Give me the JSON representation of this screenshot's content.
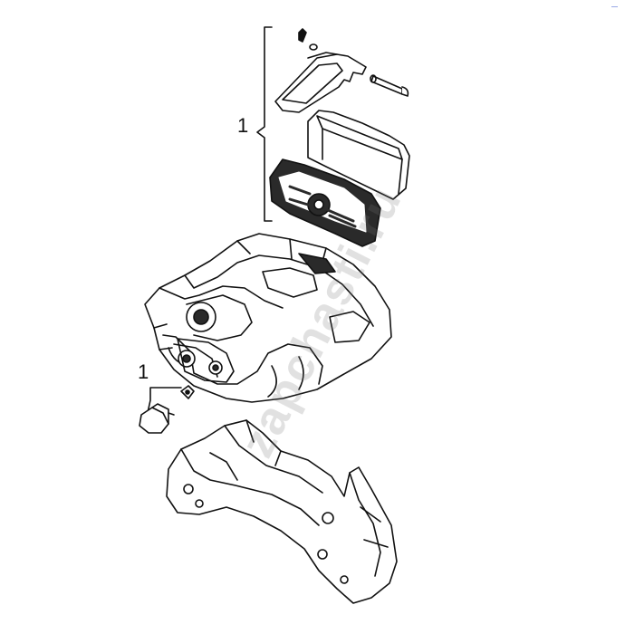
{
  "callouts": {
    "pad_kit": "1",
    "caliper_bolt_kit": "1"
  },
  "watermark": {
    "text": "zapchasti.ru"
  },
  "corner_mark": {
    "text": "—"
  },
  "colors": {
    "line": "#111111",
    "fill": "#ffffff",
    "dark": "#2a2a2a",
    "watermark": "#787878"
  }
}
